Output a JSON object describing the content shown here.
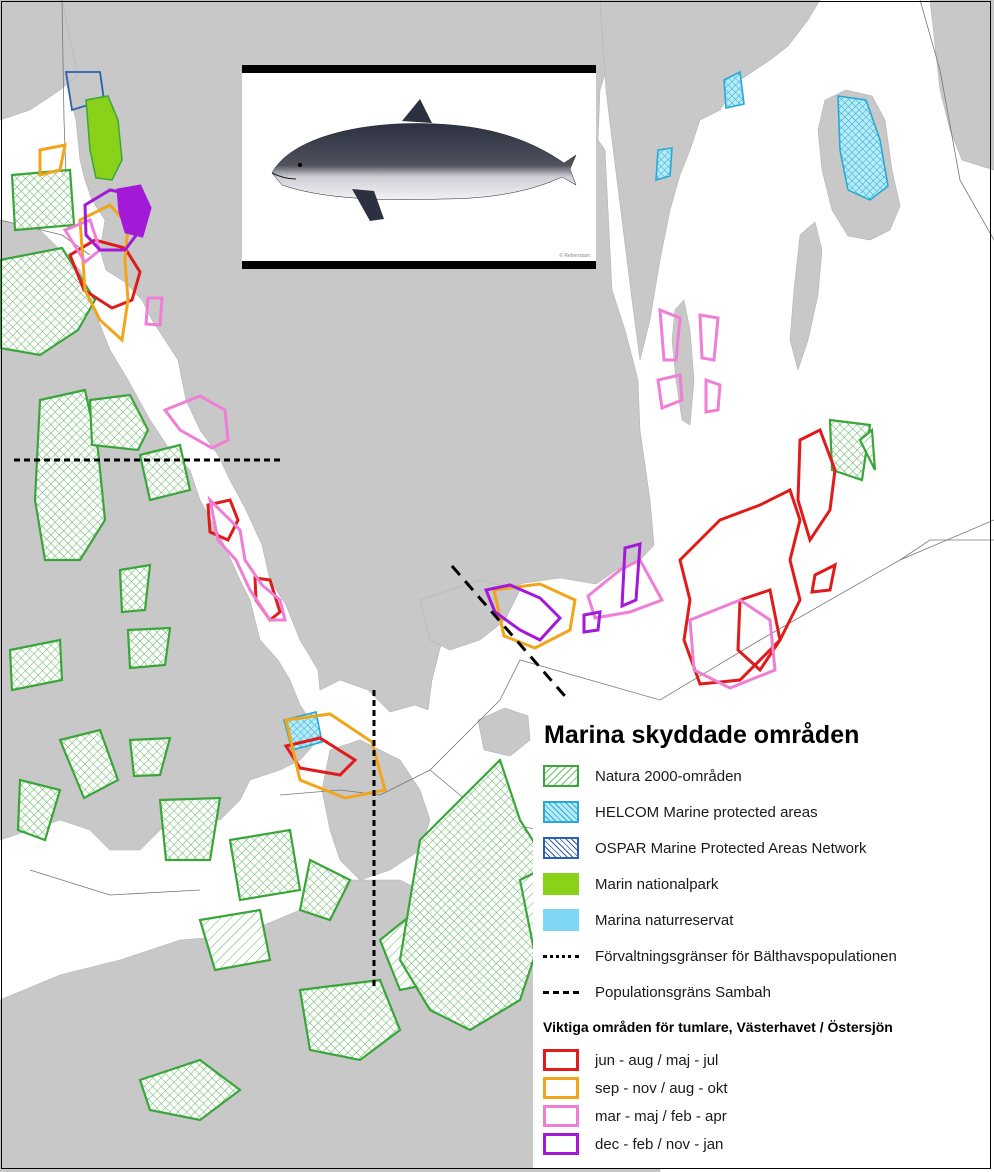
{
  "legend": {
    "title": "Marina skyddade områden",
    "protected": [
      {
        "label": "Natura 2000-områden",
        "color": "#3aa63a"
      },
      {
        "label": "HELCOM Marine protected areas",
        "color": "#29a8d8"
      },
      {
        "label": "OSPAR Marine Protected Areas Network",
        "color": "#2b5fb0"
      },
      {
        "label": "Marin nationalpark",
        "color": "#8ad11a"
      },
      {
        "label": "Marina naturreservat",
        "color": "#7fd7f5"
      }
    ],
    "boundaries": [
      {
        "label": "Förvaltningsgränser för Bälthavspopulationen"
      },
      {
        "label": "Populationsgräns Sambah"
      }
    ],
    "important_title": "Viktiga områden för tumlare, Västerhavet / Östersjön",
    "seasons": [
      {
        "label": "jun - aug / maj - jul",
        "color": "#e01b1b"
      },
      {
        "label": "sep - nov / aug - okt",
        "color": "#f0a51a"
      },
      {
        "label": "mar - maj / feb - apr",
        "color": "#ef7fd6"
      },
      {
        "label": "dec - feb / nov - jan",
        "color": "#a219d8"
      }
    ]
  },
  "photo": {
    "credit": "© Rebenstam"
  },
  "colors": {
    "land": "#c8c8c8",
    "sea": "#ffffff"
  }
}
